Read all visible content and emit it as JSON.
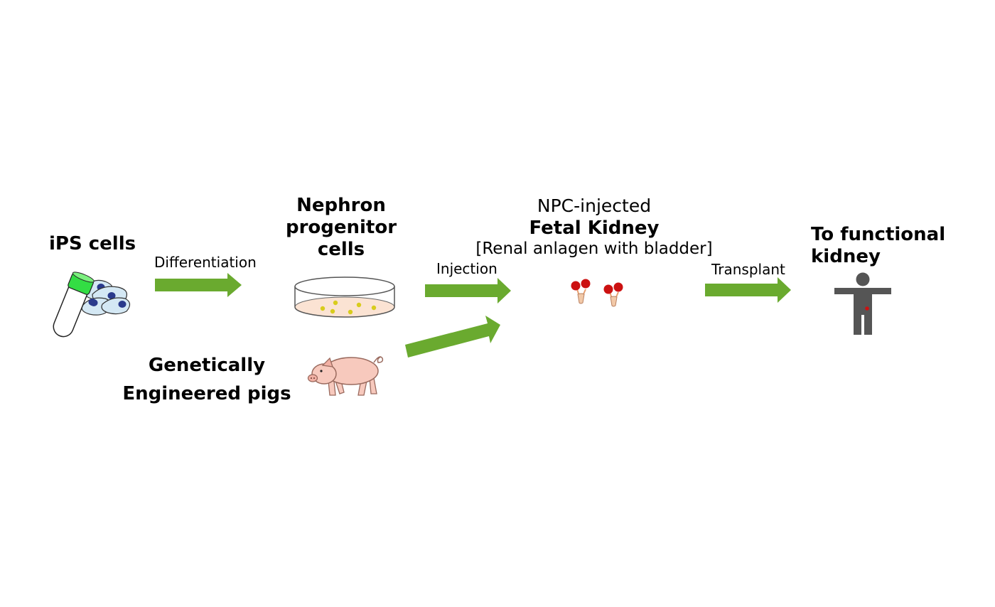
{
  "labels": {
    "ips_cells": "iPS cells",
    "differentiation": "Differentiation",
    "npc_line1": "Nephron",
    "npc_line2": "progenitor",
    "npc_line3": "cells",
    "npc_injected": "NPC-injected",
    "fetal_kidney": "Fetal Kidney",
    "renal_anlagen": "[Renal anlagen with bladder]",
    "injection": "Injection",
    "transplant": "Transplant",
    "functional_line1": "To functional",
    "functional_line2": "kidney",
    "pigs_line1": "Genetically",
    "pigs_line2": "Engineered pigs"
  },
  "colors": {
    "arrow": "#6aaa2f",
    "tube_cap": "#33dd44",
    "cell_fill": "#d4e8f4",
    "cell_nucleus": "#2a3a8c",
    "dish_medium": "#fbe3d3",
    "dish_cells": "#d8cc1c",
    "kidney_red": "#cc1111",
    "bladder": "#f2c9a8",
    "human": "#555555",
    "pig": "#f7c9bd"
  }
}
